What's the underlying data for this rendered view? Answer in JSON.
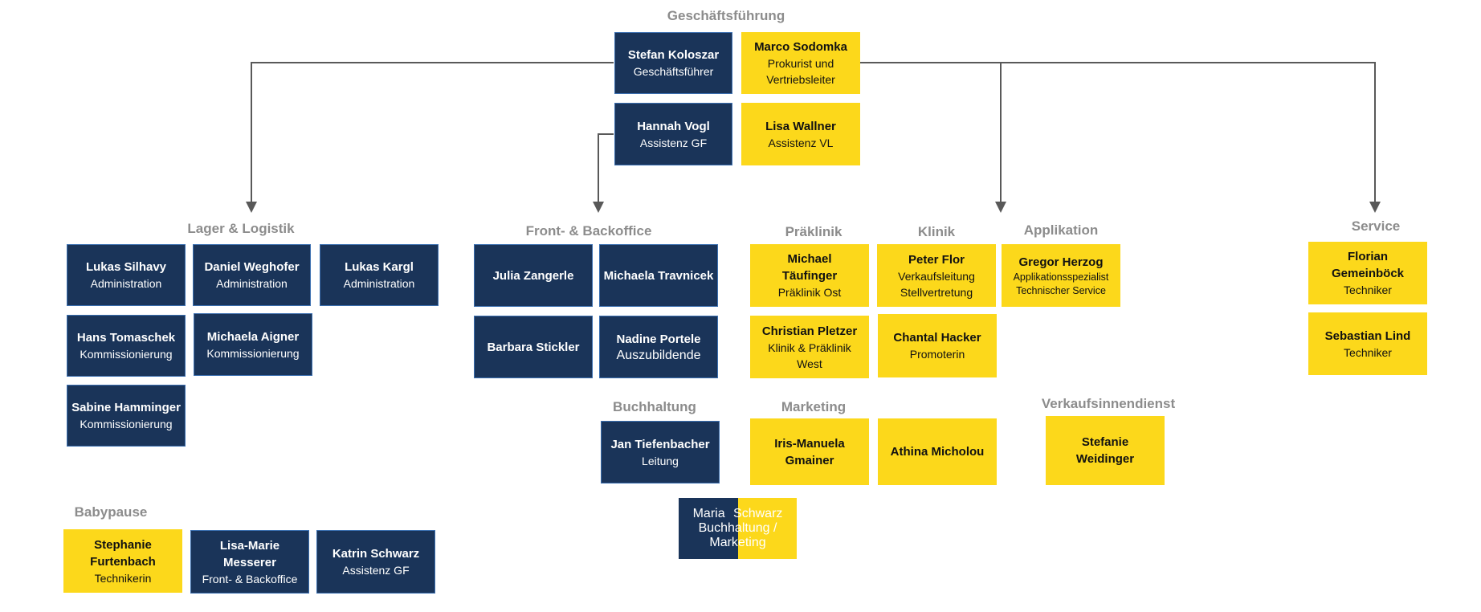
{
  "sections": {
    "geschaeftsfuehrung": "Geschäftsführung",
    "lager": "Lager & Logistik",
    "front": "Front- & Backoffice",
    "praeklinik": "Präklinik",
    "klinik": "Klinik",
    "applikation": "Applikation",
    "service": "Service",
    "buchhaltung": "Buchhaltung",
    "marketing": "Marketing",
    "verkaufsinnendienst": "Verkaufsinnendienst",
    "babypause": "Babypause"
  },
  "people": {
    "koloszar": {
      "name": "Stefan Koloszar",
      "role": "Geschäftsführer"
    },
    "sodomka": {
      "name": "Marco Sodomka",
      "role": "Prokurist und Vertriebsleiter"
    },
    "vogl": {
      "name": "Hannah Vogl",
      "role": "Assistenz GF"
    },
    "wallner": {
      "name": "Lisa Wallner",
      "role": "Assistenz VL"
    },
    "silhavy": {
      "name": "Lukas Silhavy",
      "role": "Administration"
    },
    "weghofer": {
      "name": "Daniel Weghofer",
      "role": "Administration"
    },
    "kargl": {
      "name": "Lukas Kargl",
      "role": "Administration"
    },
    "tomaschek": {
      "name": "Hans Tomaschek",
      "role": "Kommissionierung"
    },
    "aigner": {
      "name": "Michaela Aigner",
      "role": "Kommissionierung"
    },
    "hamminger": {
      "name": "Sabine Hamminger",
      "role": "Kommissionierung"
    },
    "zangerle": {
      "name": "Julia Zangerle",
      "role": ""
    },
    "travnicek": {
      "name": "Michaela Travnicek",
      "role": ""
    },
    "stickler": {
      "name": "Barbara Stickler",
      "role": ""
    },
    "portele": {
      "name": "Nadine Portele",
      "role": "Auszubildende"
    },
    "taeufinger": {
      "name": "Michael Täufinger",
      "role": "Präklinik Ost"
    },
    "pletzer": {
      "name": "Christian Pletzer",
      "role": "Klinik & Präklinik West"
    },
    "flor": {
      "name": "Peter Flor",
      "role": "Verkaufsleitung Stellvertretung"
    },
    "hacker": {
      "name": "Chantal Hacker",
      "role": "Promoterin"
    },
    "herzog": {
      "name": "Gregor Herzog",
      "role": "Applikationsspezialist Technischer Service"
    },
    "gemeinboeck": {
      "name": "Florian Gemeinböck",
      "role": "Techniker"
    },
    "lind": {
      "name": "Sebastian Lind",
      "role": "Techniker"
    },
    "tiefenbacher": {
      "name": "Jan Tiefenbacher",
      "role": "Leitung"
    },
    "gmainer": {
      "name": "Iris-Manuela Gmainer",
      "role": ""
    },
    "micholou": {
      "name": "Athina Micholou",
      "role": ""
    },
    "weidinger": {
      "name": "Stefanie Weidinger",
      "role": ""
    },
    "schwarz_m": {
      "name": "Maria Schwarz",
      "role": "Buchhaltung / Marketing"
    },
    "furtenbach": {
      "name": "Stephanie Furtenbach",
      "role": "Technikerin"
    },
    "messerer": {
      "name": "Lisa-Marie Messerer",
      "role": "Front- & Backoffice"
    },
    "schwarz_k": {
      "name": "Katrin Schwarz",
      "role": "Assistenz GF"
    }
  },
  "colors": {
    "navy": "#1a3459",
    "navy_border": "#3b6fb0",
    "yellow": "#fcd81b",
    "section_gray": "#8c8c8c",
    "connector": "#595959"
  }
}
